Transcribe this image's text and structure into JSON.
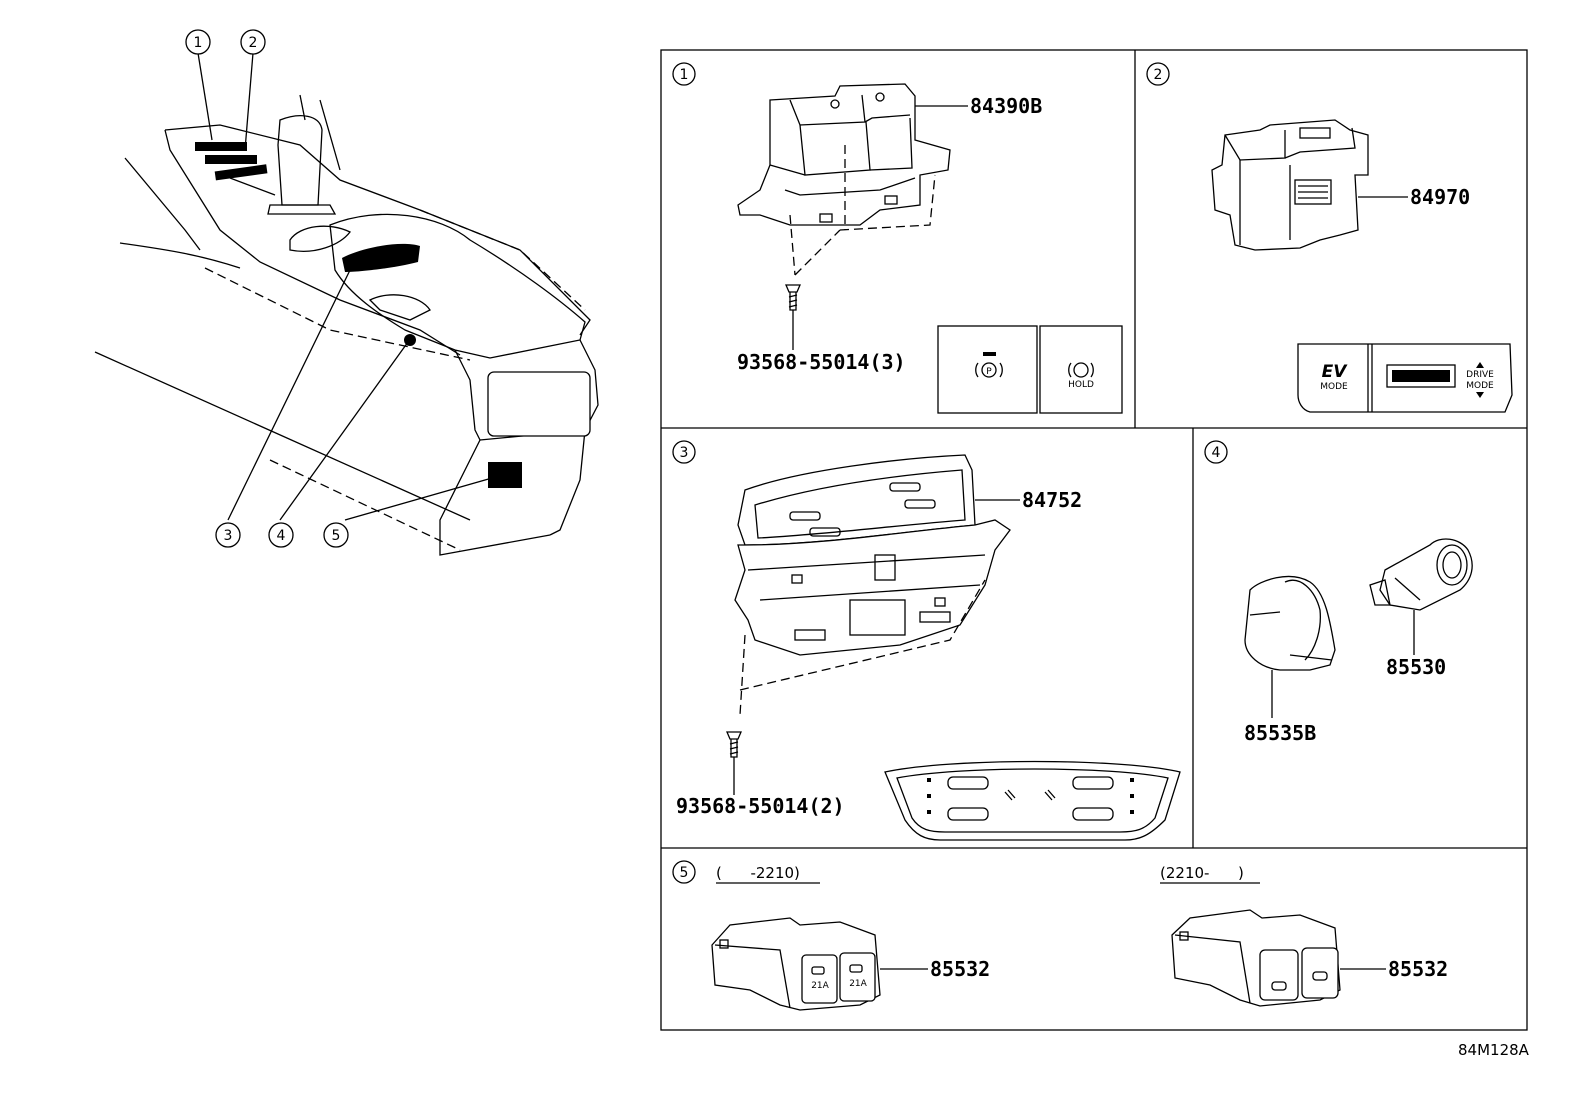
{
  "overview": {
    "callouts": [
      "1",
      "2",
      "3",
      "4",
      "5"
    ]
  },
  "panels": [
    {
      "number": "1",
      "parts": [
        "84390B",
        "93568-55014(3)"
      ],
      "insets": [
        {
          "symbol": "P"
        },
        {
          "text": "HOLD"
        }
      ]
    },
    {
      "number": "2",
      "parts": [
        "84970"
      ],
      "inset": {
        "ev": "EV",
        "ev_sub": "MODE",
        "drive_line1": "DRIVE",
        "drive_line2": "MODE"
      }
    },
    {
      "number": "3",
      "parts": [
        "84752",
        "93568-55014(2)"
      ]
    },
    {
      "number": "4",
      "parts": [
        "85530",
        "85535B"
      ]
    },
    {
      "number": "5",
      "variants": [
        {
          "range": "(      -2210)",
          "part": "85532",
          "buttons": [
            "21A",
            "21A"
          ]
        },
        {
          "range": "(2210-      )",
          "part": "85532"
        }
      ]
    }
  ],
  "diagram_code": "84M128A"
}
